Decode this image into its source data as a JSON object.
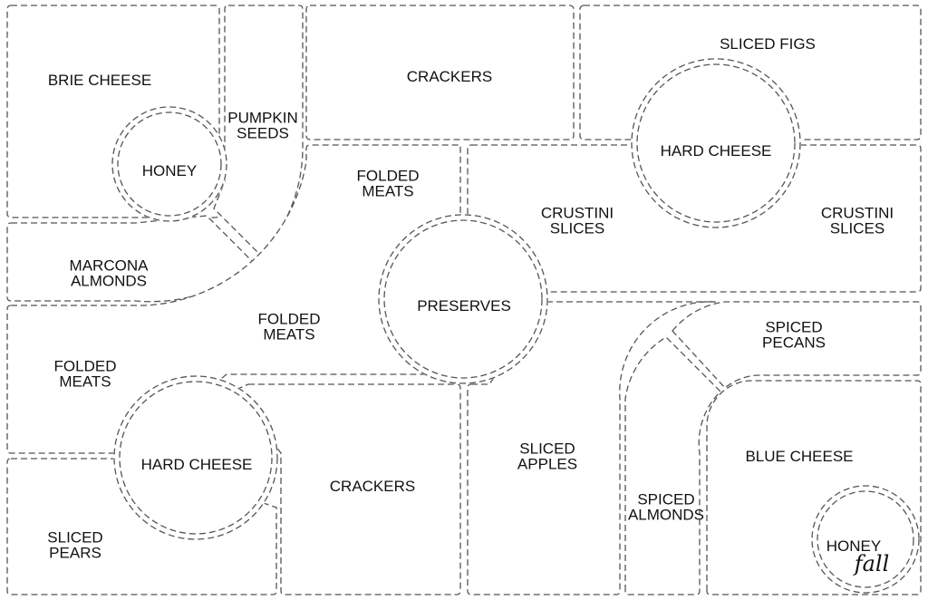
{
  "board": {
    "line_color": "#555555",
    "regions": [
      {
        "id": "brie-cheese",
        "lines": [
          "BRIE CHEESE"
        ]
      },
      {
        "id": "pumpkin-seeds",
        "lines": [
          "PUMPKIN",
          "SEEDS"
        ]
      },
      {
        "id": "honey-top",
        "lines": [
          "HONEY"
        ]
      },
      {
        "id": "marcona-almonds",
        "lines": [
          "MARCONA",
          "ALMONDS"
        ]
      },
      {
        "id": "crackers-top",
        "lines": [
          "CRACKERS"
        ]
      },
      {
        "id": "sliced-figs",
        "lines": [
          "SLICED FIGS"
        ]
      },
      {
        "id": "hard-cheese-top",
        "lines": [
          "HARD CHEESE"
        ]
      },
      {
        "id": "folded-meats-top",
        "lines": [
          "FOLDED",
          "MEATS"
        ]
      },
      {
        "id": "crustini-left",
        "lines": [
          "CRUSTINI",
          "SLICES"
        ]
      },
      {
        "id": "crustini-right",
        "lines": [
          "CRUSTINI",
          "SLICES"
        ]
      },
      {
        "id": "preserves",
        "lines": [
          "PRESERVES"
        ]
      },
      {
        "id": "folded-meats-middle",
        "lines": [
          "FOLDED",
          "MEATS"
        ]
      },
      {
        "id": "folded-meats-left",
        "lines": [
          "FOLDED",
          "MEATS"
        ]
      },
      {
        "id": "spiced-pecans",
        "lines": [
          "SPICED",
          "PECANS"
        ]
      },
      {
        "id": "hard-cheese-bottom",
        "lines": [
          "HARD CHEESE"
        ]
      },
      {
        "id": "crackers-bottom",
        "lines": [
          "CRACKERS"
        ]
      },
      {
        "id": "sliced-apples",
        "lines": [
          "SLICED",
          "APPLES"
        ]
      },
      {
        "id": "blue-cheese",
        "lines": [
          "BLUE CHEESE"
        ]
      },
      {
        "id": "spiced-almonds",
        "lines": [
          "SPICED",
          "ALMONDS"
        ]
      },
      {
        "id": "sliced-pears",
        "lines": [
          "SLICED",
          "PEARS"
        ]
      },
      {
        "id": "honey-bottom",
        "lines": [
          "HONEY"
        ]
      }
    ],
    "logo": "fall"
  }
}
